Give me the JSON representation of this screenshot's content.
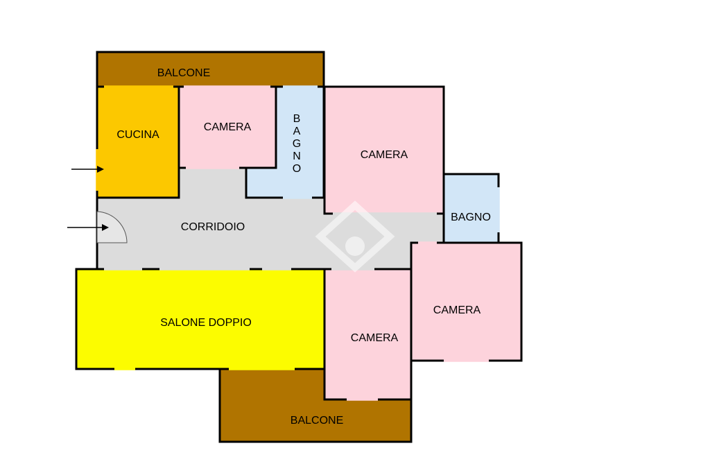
{
  "colors": {
    "balcone": "#b07400",
    "cucina": "#fcc800",
    "camera": "#fdd3dc",
    "bagno": "#d2e6f7",
    "corridoio": "#dcdcdc",
    "salone": "#fcfc00",
    "walls": "#000000",
    "watermark": "#ffffff"
  },
  "rooms": {
    "balcone_top": "BALCONE",
    "cucina": "CUCINA",
    "camera_small": "CAMERA",
    "bagno_vertical": [
      "B",
      "A",
      "G",
      "N",
      "O"
    ],
    "camera_large": "CAMERA",
    "bagno_right": "BAGNO",
    "corridoio": "CORRIDOIO",
    "salone": "SALONE DOPPIO",
    "camera_bottom": "CAMERA",
    "camera_right": "CAMERA",
    "balcone_bottom": "BALCONE"
  },
  "icons": {
    "entrance": "arrow-right-icon",
    "door": "door-swing-icon",
    "watermark": "house-watermark-icon"
  }
}
